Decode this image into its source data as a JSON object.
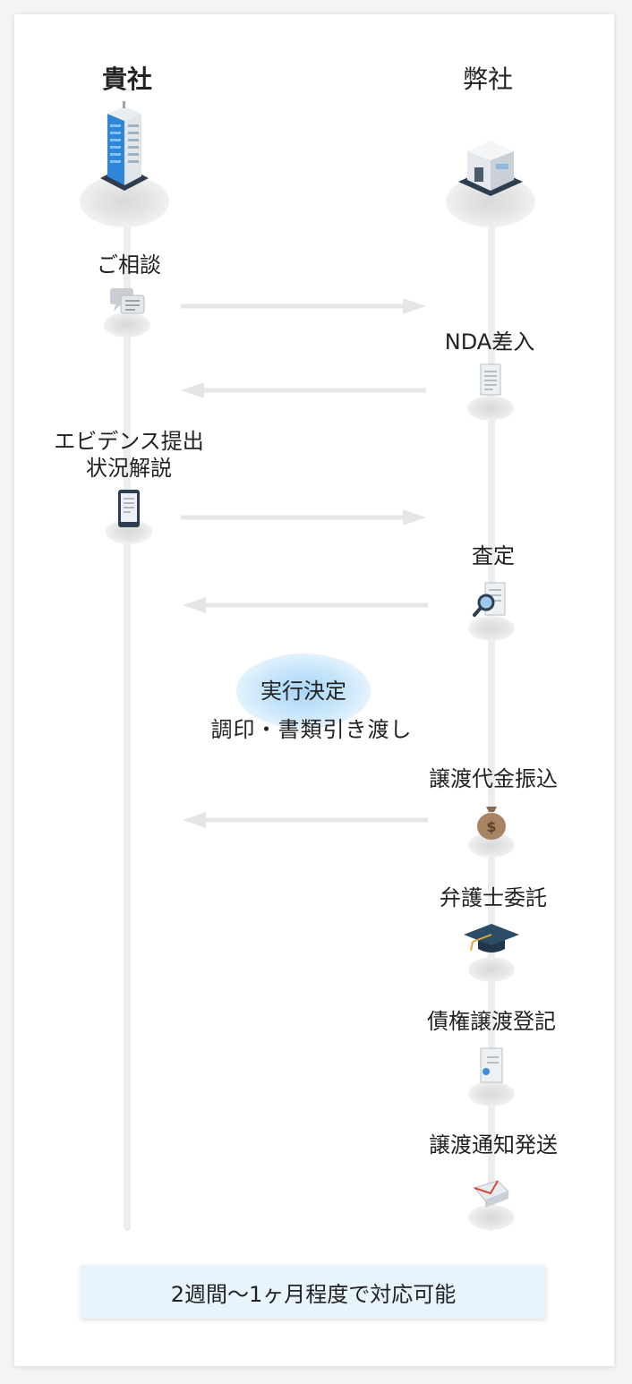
{
  "parties": {
    "client": "貴社",
    "company": "弊社"
  },
  "steps": {
    "consult": "ご相談",
    "nda": "NDA差入",
    "evidence_line1": "エビデンス提出",
    "evidence_line2": "状況解説",
    "assessment": "査定",
    "transfer_payment": "譲渡代金振込",
    "lawyer": "弁護士委託",
    "registration": "債権譲渡登記",
    "notice": "譲渡通知発送"
  },
  "decision": {
    "title": "実行決定",
    "subtitle": "調印・書類引き渡し"
  },
  "footer": "2週間〜1ヶ月程度で対応可能",
  "colors": {
    "arrow": "#e6e6e6",
    "lifeline": "#ededed",
    "decision_glow": "#a9d6f7",
    "footer_bg": "#e8f4fc"
  },
  "icons": {
    "client": "office-tower-icon",
    "company": "office-building-icon",
    "consult": "chat-bubbles-icon",
    "nda": "document-icon",
    "evidence": "tablet-icon",
    "assessment": "magnifier-document-icon",
    "transfer_payment": "money-bag-icon",
    "lawyer": "graduation-cap-icon",
    "registration": "certificate-icon",
    "notice": "envelope-icon"
  }
}
